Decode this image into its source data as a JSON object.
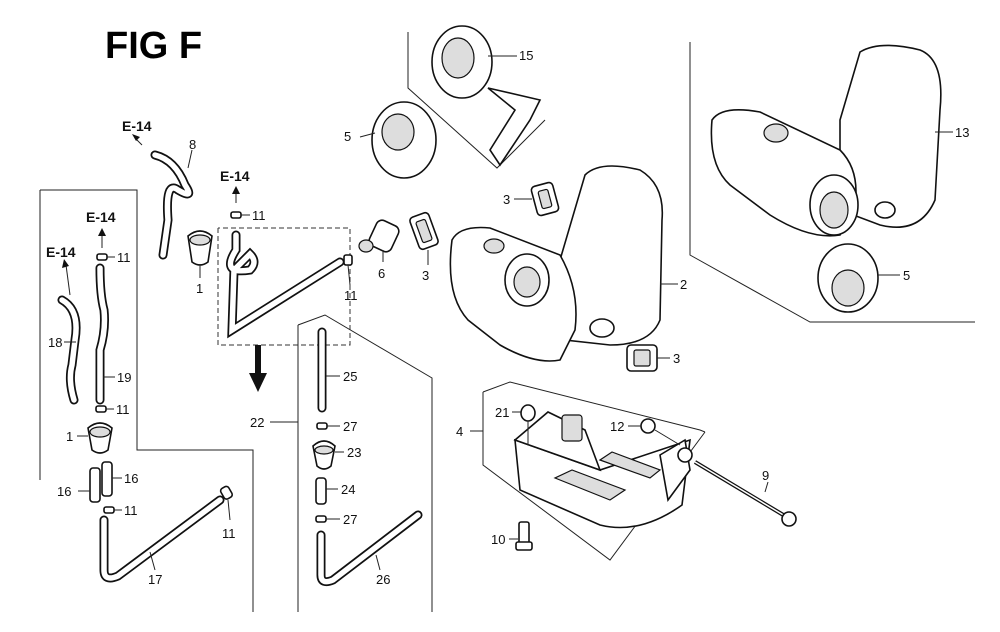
{
  "figure_title": "FIG F",
  "ref_label": "E-14",
  "parts": {
    "p1": "1",
    "p2": "2",
    "p3": "3",
    "p4": "4",
    "p5": "5",
    "p6": "6",
    "p8": "8",
    "p9": "9",
    "p10": "10",
    "p11": "11",
    "p12": "12",
    "p13": "13",
    "p15": "15",
    "p16": "16",
    "p17": "17",
    "p18": "18",
    "p19": "19",
    "p21": "21",
    "p22": "22",
    "p23": "23",
    "p24": "24",
    "p25": "25",
    "p26": "26",
    "p27": "27"
  }
}
